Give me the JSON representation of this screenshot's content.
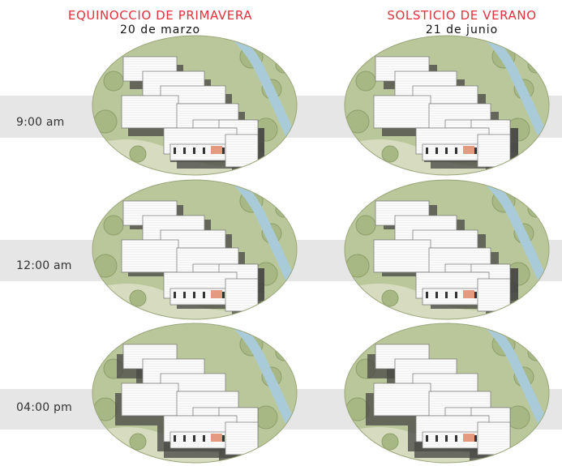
{
  "columns": [
    {
      "title": "EQUINOCCIO DE PRIMAVERA",
      "date": "20 de marzo"
    },
    {
      "title": "SOLSTICIO DE VERANO",
      "date": "21 de junio"
    }
  ],
  "times": [
    "9:00 am",
    "12:00 am",
    "04:00 pm"
  ],
  "colors": {
    "title": "#e0323c",
    "band": "#e6e6e6",
    "grass": "#b9c79a",
    "river": "#a9cbd9",
    "shadow": "#4a4a46",
    "building": "#ffffff"
  }
}
